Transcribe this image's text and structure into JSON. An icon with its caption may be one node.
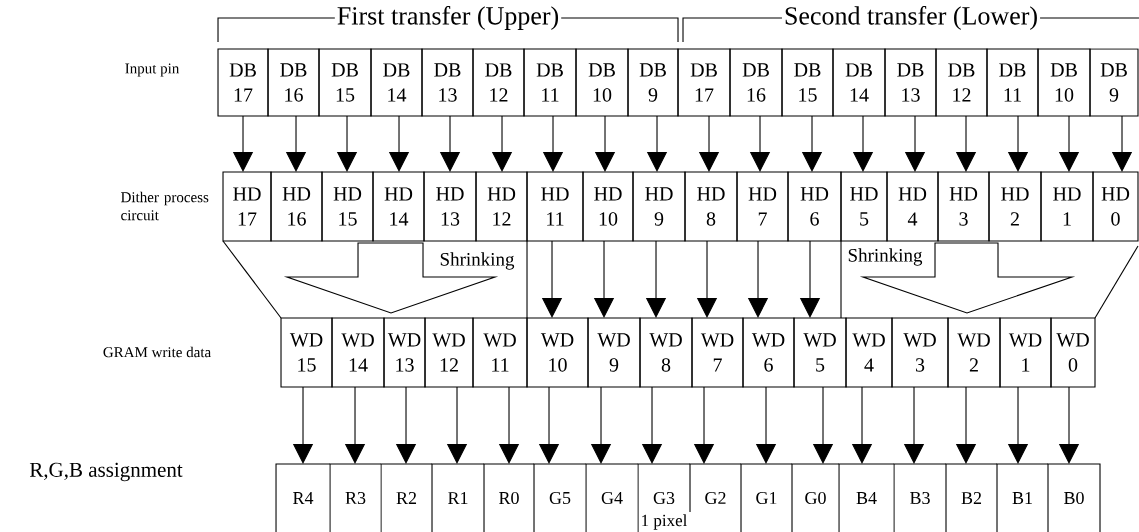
{
  "diagram": {
    "nodes": [
      {
        "text": [
          "DB 17"
        ]
      },
      {
        "text": [
          "DB 16"
        ]
      },
      {
        "text": [
          "DB 15"
        ]
      },
      {
        "text": [
          "DB 14"
        ]
      },
      {
        "text": [
          "DB 13"
        ]
      },
      {
        "text": [
          "DB 12"
        ]
      },
      {
        "text": [
          "DB 11"
        ]
      },
      {
        "text": [
          "DB 10"
        ]
      },
      {
        "text": [
          "DB 9"
        ]
      },
      {
        "text": [
          "DB 17"
        ]
      },
      {
        "text": [
          "DB 16"
        ]
      },
      {
        "text": [
          "DB 15"
        ]
      },
      {
        "text": [
          "DB 14"
        ]
      },
      {
        "text": [
          "DB 13"
        ]
      },
      {
        "text": [
          "DB 12"
        ]
      },
      {
        "text": [
          "DB 11"
        ]
      },
      {
        "text": [
          "DB 10"
        ]
      },
      {
        "text": [
          "DB 9"
        ]
      },
      {
        "text": [
          "HD 17"
        ]
      },
      {
        "text": [
          "HD 16"
        ]
      },
      {
        "text": [
          "HD 15"
        ]
      },
      {
        "text": [
          "HD 14"
        ]
      },
      {
        "text": [
          "HD 13"
        ]
      },
      {
        "text": [
          "HD 12"
        ]
      },
      {
        "text": [
          "HD 11"
        ]
      },
      {
        "text": [
          "HD 10"
        ]
      },
      {
        "text": [
          "HD 9"
        ]
      },
      {
        "text": [
          "HD 8"
        ]
      },
      {
        "text": [
          "HD 7"
        ]
      },
      {
        "text": [
          "HD 6"
        ]
      },
      {
        "text": [
          "HD 5"
        ]
      },
      {
        "text": [
          "HD 4"
        ]
      },
      {
        "text": [
          "HD 3"
        ]
      },
      {
        "text": [
          "HD 2"
        ]
      },
      {
        "text": [
          "HD 1"
        ]
      },
      {
        "text": [
          "HD 0"
        ]
      },
      {
        "text": [
          "WD 15"
        ]
      },
      {
        "text": [
          "WD 14"
        ]
      },
      {
        "text": [
          "WD 13"
        ]
      },
      {
        "text": [
          "WD 12"
        ]
      },
      {
        "text": [
          "WD 11"
        ]
      },
      {
        "text": [
          "WD 10"
        ]
      },
      {
        "text": [
          "WD 9"
        ]
      },
      {
        "text": [
          "WD 8"
        ]
      },
      {
        "text": [
          "WD 7"
        ]
      },
      {
        "text": [
          "WD 6"
        ]
      },
      {
        "text": [
          "WD 5"
        ]
      },
      {
        "text": [
          "WD 4"
        ]
      },
      {
        "text": [
          "WD 3"
        ]
      },
      {
        "text": [
          "WD 2"
        ]
      },
      {
        "text": [
          "WD 1"
        ]
      },
      {
        "text": [
          "WD 0"
        ]
      },
      {
        "text": [
          "R4"
        ]
      },
      {
        "text": [
          "R3"
        ]
      },
      {
        "text": [
          "R2"
        ]
      },
      {
        "text": [
          "R1"
        ]
      },
      {
        "text": [
          "R0"
        ]
      },
      {
        "text": [
          "G5"
        ]
      },
      {
        "text": [
          "G4"
        ]
      },
      {
        "text": [
          "G3"
        ]
      },
      {
        "text": [
          "G2"
        ]
      },
      {
        "text": [
          "G1"
        ]
      },
      {
        "text": [
          "G0"
        ]
      },
      {
        "text": [
          "B4"
        ]
      },
      {
        "text": [
          "B3"
        ]
      },
      {
        "text": [
          "B2"
        ]
      },
      {
        "text": [
          "B1"
        ]
      },
      {
        "text": [
          "B0"
        ]
      }
    ],
    "edges": [
      {
        "from": 0,
        "to": 18,
        "arrow": "to"
      },
      {
        "from": 1,
        "to": 19,
        "arrow": "to"
      },
      {
        "from": 2,
        "to": 20,
        "arrow": "to"
      },
      {
        "from": 3,
        "to": 21,
        "arrow": "to"
      },
      {
        "from": 4,
        "to": 22,
        "arrow": "to"
      },
      {
        "from": 5,
        "to": 23,
        "arrow": "to"
      },
      {
        "from": 6,
        "to": 24,
        "arrow": "to"
      },
      {
        "from": 7,
        "to": 25,
        "arrow": "to"
      },
      {
        "from": 8,
        "to": 26,
        "arrow": "to"
      },
      {
        "from": 9,
        "to": 27,
        "arrow": "to"
      },
      {
        "from": 10,
        "to": 28,
        "arrow": "to"
      },
      {
        "from": 11,
        "to": 29,
        "arrow": "to"
      },
      {
        "from": 12,
        "to": 30,
        "arrow": "to"
      },
      {
        "from": 13,
        "to": 31,
        "arrow": "to"
      },
      {
        "from": 14,
        "to": 32,
        "arrow": "to"
      },
      {
        "from": 15,
        "to": 33,
        "arrow": "to"
      },
      {
        "from": 16,
        "to": 34,
        "arrow": "to"
      },
      {
        "from": 17,
        "to": 35,
        "arrow": "to"
      },
      {
        "from": 24,
        "to": 41,
        "arrow": "to"
      },
      {
        "from": 25,
        "to": 42,
        "arrow": "to"
      },
      {
        "from": 26,
        "to": 43,
        "arrow": "to"
      },
      {
        "from": 27,
        "to": 44,
        "arrow": "to"
      },
      {
        "from": 28,
        "to": 45,
        "arrow": "to"
      },
      {
        "from": 29,
        "to": 46,
        "arrow": "to"
      },
      {
        "from": 36,
        "to": 52,
        "arrow": "to"
      },
      {
        "from": 37,
        "to": 53,
        "arrow": "to"
      },
      {
        "from": 38,
        "to": 54,
        "arrow": "to"
      },
      {
        "from": 39,
        "to": 55,
        "arrow": "to"
      },
      {
        "from": 40,
        "to": 56,
        "arrow": "to"
      },
      {
        "from": 41,
        "to": 57,
        "arrow": "to"
      },
      {
        "from": 42,
        "to": 58,
        "arrow": "to"
      },
      {
        "from": 43,
        "to": 59,
        "arrow": "to"
      },
      {
        "from": 44,
        "to": 60,
        "arrow": "to"
      },
      {
        "from": 45,
        "to": 61,
        "arrow": "to"
      },
      {
        "from": 46,
        "to": 62,
        "arrow": "to"
      },
      {
        "from": 47,
        "to": 63,
        "arrow": "to"
      },
      {
        "from": 48,
        "to": 64,
        "arrow": "to"
      },
      {
        "from": 49,
        "to": 65,
        "arrow": "to"
      },
      {
        "from": 50,
        "to": 66,
        "arrow": "to"
      },
      {
        "from": 51,
        "to": 67,
        "arrow": "to"
      },
      {
        "from": 21,
        "to": 38,
        "arrow": "to",
        "label": "Shrinking"
      },
      {
        "from": 32,
        "to": 49,
        "arrow": "to",
        "label": "Shrinking"
      }
    ],
    "labels": [
      "First transfer (Upper)",
      "Second transfer (Lower)",
      "Input pin",
      "Dither process circuit",
      "GRAM write data",
      "R,G,B assignment",
      "1 pixel"
    ]
  }
}
